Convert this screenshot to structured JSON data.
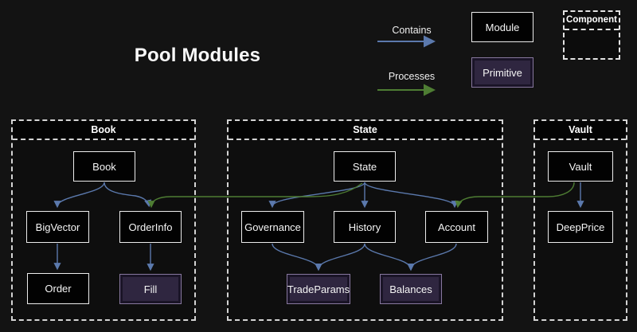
{
  "title": "Pool Modules",
  "legend": {
    "contains_label": "Contains",
    "processes_label": "Processes",
    "module_label": "Module",
    "primitive_label": "Primitive",
    "component_label": "Component"
  },
  "colors": {
    "background": "#131313",
    "module_bg": "#020202",
    "module_border": "#ececec",
    "primitive_bg": "#2f2640",
    "primitive_border": "#88789f",
    "contains_arrow": "#5b79ad",
    "processes_arrow": "#4e7d33",
    "section_border": "#d4d4d4"
  },
  "sections": [
    {
      "id": "book",
      "label": "Book"
    },
    {
      "id": "state",
      "label": "State"
    },
    {
      "id": "vault",
      "label": "Vault"
    }
  ],
  "nodes": {
    "book": "Book",
    "bigvector": "BigVector",
    "orderinfo": "OrderInfo",
    "order": "Order",
    "fill": "Fill",
    "state": "State",
    "governance": "Governance",
    "history": "History",
    "account": "Account",
    "tradeparams": "TradeParams",
    "balances": "Balances",
    "vault": "Vault",
    "deepprice": "DeepPrice"
  },
  "edges": [
    {
      "from": "Book",
      "to": "BigVector",
      "type": "contains"
    },
    {
      "from": "Book",
      "to": "OrderInfo",
      "type": "contains"
    },
    {
      "from": "BigVector",
      "to": "Order",
      "type": "contains"
    },
    {
      "from": "OrderInfo",
      "to": "Fill",
      "type": "contains"
    },
    {
      "from": "State",
      "to": "Governance",
      "type": "contains"
    },
    {
      "from": "State",
      "to": "History",
      "type": "contains"
    },
    {
      "from": "State",
      "to": "Account",
      "type": "contains"
    },
    {
      "from": "Governance",
      "to": "TradeParams",
      "type": "contains"
    },
    {
      "from": "History",
      "to": "TradeParams",
      "type": "contains"
    },
    {
      "from": "History",
      "to": "Balances",
      "type": "contains"
    },
    {
      "from": "Account",
      "to": "Balances",
      "type": "contains"
    },
    {
      "from": "Vault",
      "to": "DeepPrice",
      "type": "contains"
    },
    {
      "from": "State",
      "to": "OrderInfo",
      "type": "processes"
    },
    {
      "from": "Vault",
      "to": "Account",
      "type": "processes"
    }
  ]
}
